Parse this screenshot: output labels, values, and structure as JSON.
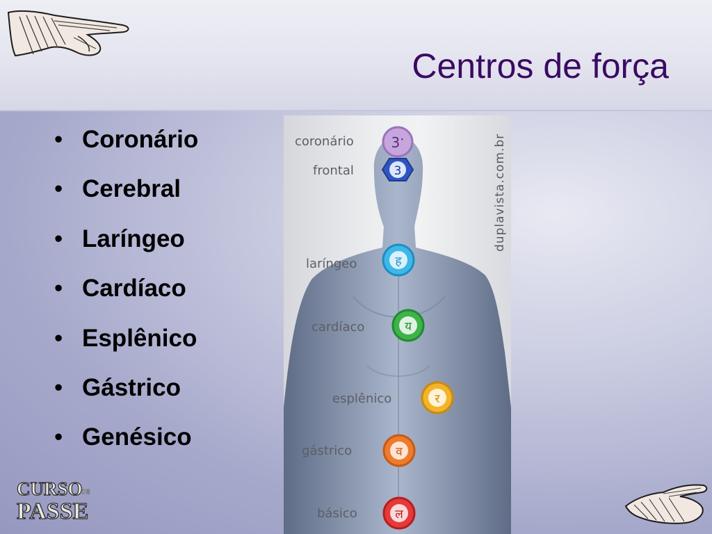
{
  "slide": {
    "title": "Centros de força",
    "bullets": [
      "Coronário",
      "Cerebral",
      "Laríngeo",
      "Cardíaco",
      "Esplênico",
      "Gástrico",
      "Genésico"
    ],
    "logo": {
      "line1": "CURSO",
      "small": "DE",
      "line2": "PASSE"
    }
  },
  "figure": {
    "labels": [
      "coronário",
      "frontal",
      "laríngeo",
      "cardíaco",
      "esplênico",
      "gástrico",
      "básico"
    ],
    "watermark": "duplavista.com.br",
    "chakra_colors": {
      "coronario": "#b58fd0",
      "frontal": "#2f55c0",
      "laringeo": "#3fb7e8",
      "cardiaco": "#3db34a",
      "esplenico": "#f2b52a",
      "gastrico": "#ee7a2e",
      "basico": "#e53a3a"
    },
    "chakra_glyphs": [
      "3ॱ",
      "3",
      "ह",
      "य",
      "र",
      "व",
      "ल"
    ]
  },
  "colors": {
    "title": "#3b0a63"
  }
}
